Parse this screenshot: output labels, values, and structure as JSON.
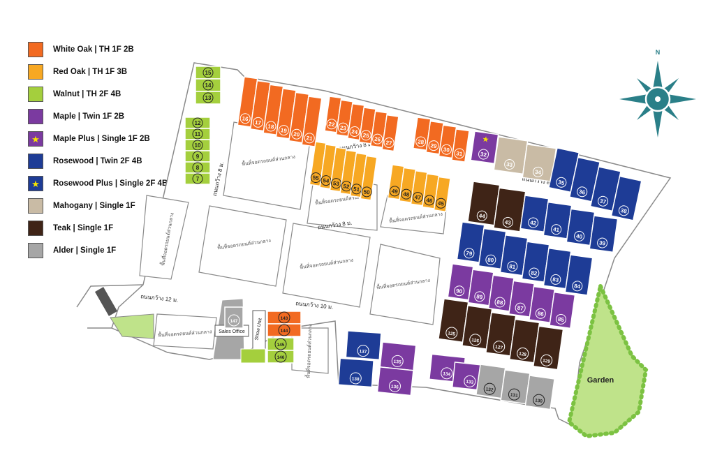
{
  "legend": [
    {
      "label": "White Oak | TH 1F 2B",
      "color": "#f26a21",
      "star": false
    },
    {
      "label": "Red Oak | TH 1F 3B",
      "color": "#f7a823",
      "star": false
    },
    {
      "label": "Walnut | TH 2F 4B",
      "color": "#a4cf3d",
      "star": false
    },
    {
      "label": "Maple | Twin 1F 2B",
      "color": "#7b3aa0",
      "star": false
    },
    {
      "label": "Maple Plus | Single 1F 2B",
      "color": "#7b3aa0",
      "star": true
    },
    {
      "label": "Rosewood | Twin 2F 4B",
      "color": "#1e3c96",
      "star": false
    },
    {
      "label": "Rosewood Plus | Single 2F 4B",
      "color": "#1e3c96",
      "star": true
    },
    {
      "label": "Mahogany | Single 1F",
      "color": "#c9bba5",
      "star": false
    },
    {
      "label": "Teak | Single 1F",
      "color": "#3f2417",
      "star": false
    },
    {
      "label": "Alder | Single 1F",
      "color": "#a6a6a6",
      "star": false
    }
  ],
  "star_symbol": "★",
  "compass": {
    "north_label": "N",
    "icon": "compass-rose-icon",
    "color": "#2a7f88"
  },
  "roads": {
    "road_8m": "ถนนกว้าง 8 ม.",
    "road_10m": "ถนนกว้าง 10 ม.",
    "road_12m": "ถนนกว้าง 12 ม."
  },
  "parking_label": "พื้นที่จอดรถยนต์ส่วนกลาง",
  "buildings": {
    "sales_office": "Sales Office",
    "show_unit": "Show Unit",
    "garden": "Garden"
  },
  "plots": {
    "walnut_top": [
      "15",
      "14",
      "13"
    ],
    "walnut_mid": [
      "12",
      "11",
      "10",
      "9",
      "8",
      "7"
    ],
    "white_oak_a": [
      "16",
      "17",
      "18",
      "19",
      "20",
      "21"
    ],
    "white_oak_b": [
      "22",
      "23",
      "24",
      "25",
      "26",
      "27"
    ],
    "white_oak_c": [
      "28",
      "29",
      "30",
      "31"
    ],
    "maple_plus": [
      "32"
    ],
    "mahogany": [
      "33",
      "34"
    ],
    "rosewood_top": [
      "35",
      "36",
      "37",
      "38"
    ],
    "red_oak_a": [
      "55",
      "54",
      "53",
      "52",
      "51",
      "50"
    ],
    "red_oak_b": [
      "49",
      "48",
      "47",
      "46",
      "45"
    ],
    "teak_top": [
      "44",
      "43"
    ],
    "rosewood_r1": [
      "42",
      "41",
      "40",
      "39"
    ],
    "rosewood_r2": [
      "79",
      "80",
      "81",
      "82",
      "83",
      "84"
    ],
    "maple_row": [
      "90",
      "89",
      "88",
      "87",
      "86",
      "85"
    ],
    "teak_row": [
      "125",
      "126",
      "127",
      "128",
      "129"
    ],
    "sales_block": [
      "147"
    ],
    "show_block_red": [
      "143",
      "144"
    ],
    "show_block_green": [
      "145",
      "146"
    ],
    "rosewood_bottom": [
      "137",
      "138"
    ],
    "maple_bottom": [
      "135",
      "136",
      "134",
      "133"
    ],
    "alder_bottom": [
      "132",
      "131",
      "130"
    ]
  },
  "colors": {
    "white_oak": "#f26a21",
    "red_oak": "#f7a823",
    "walnut": "#a4cf3d",
    "maple": "#7b3aa0",
    "rosewood": "#1e3c96",
    "mahogany": "#c9bba5",
    "teak": "#3f2417",
    "alder": "#a6a6a6",
    "garden": "#bfe38a",
    "road_outline": "#8a8a8a"
  }
}
